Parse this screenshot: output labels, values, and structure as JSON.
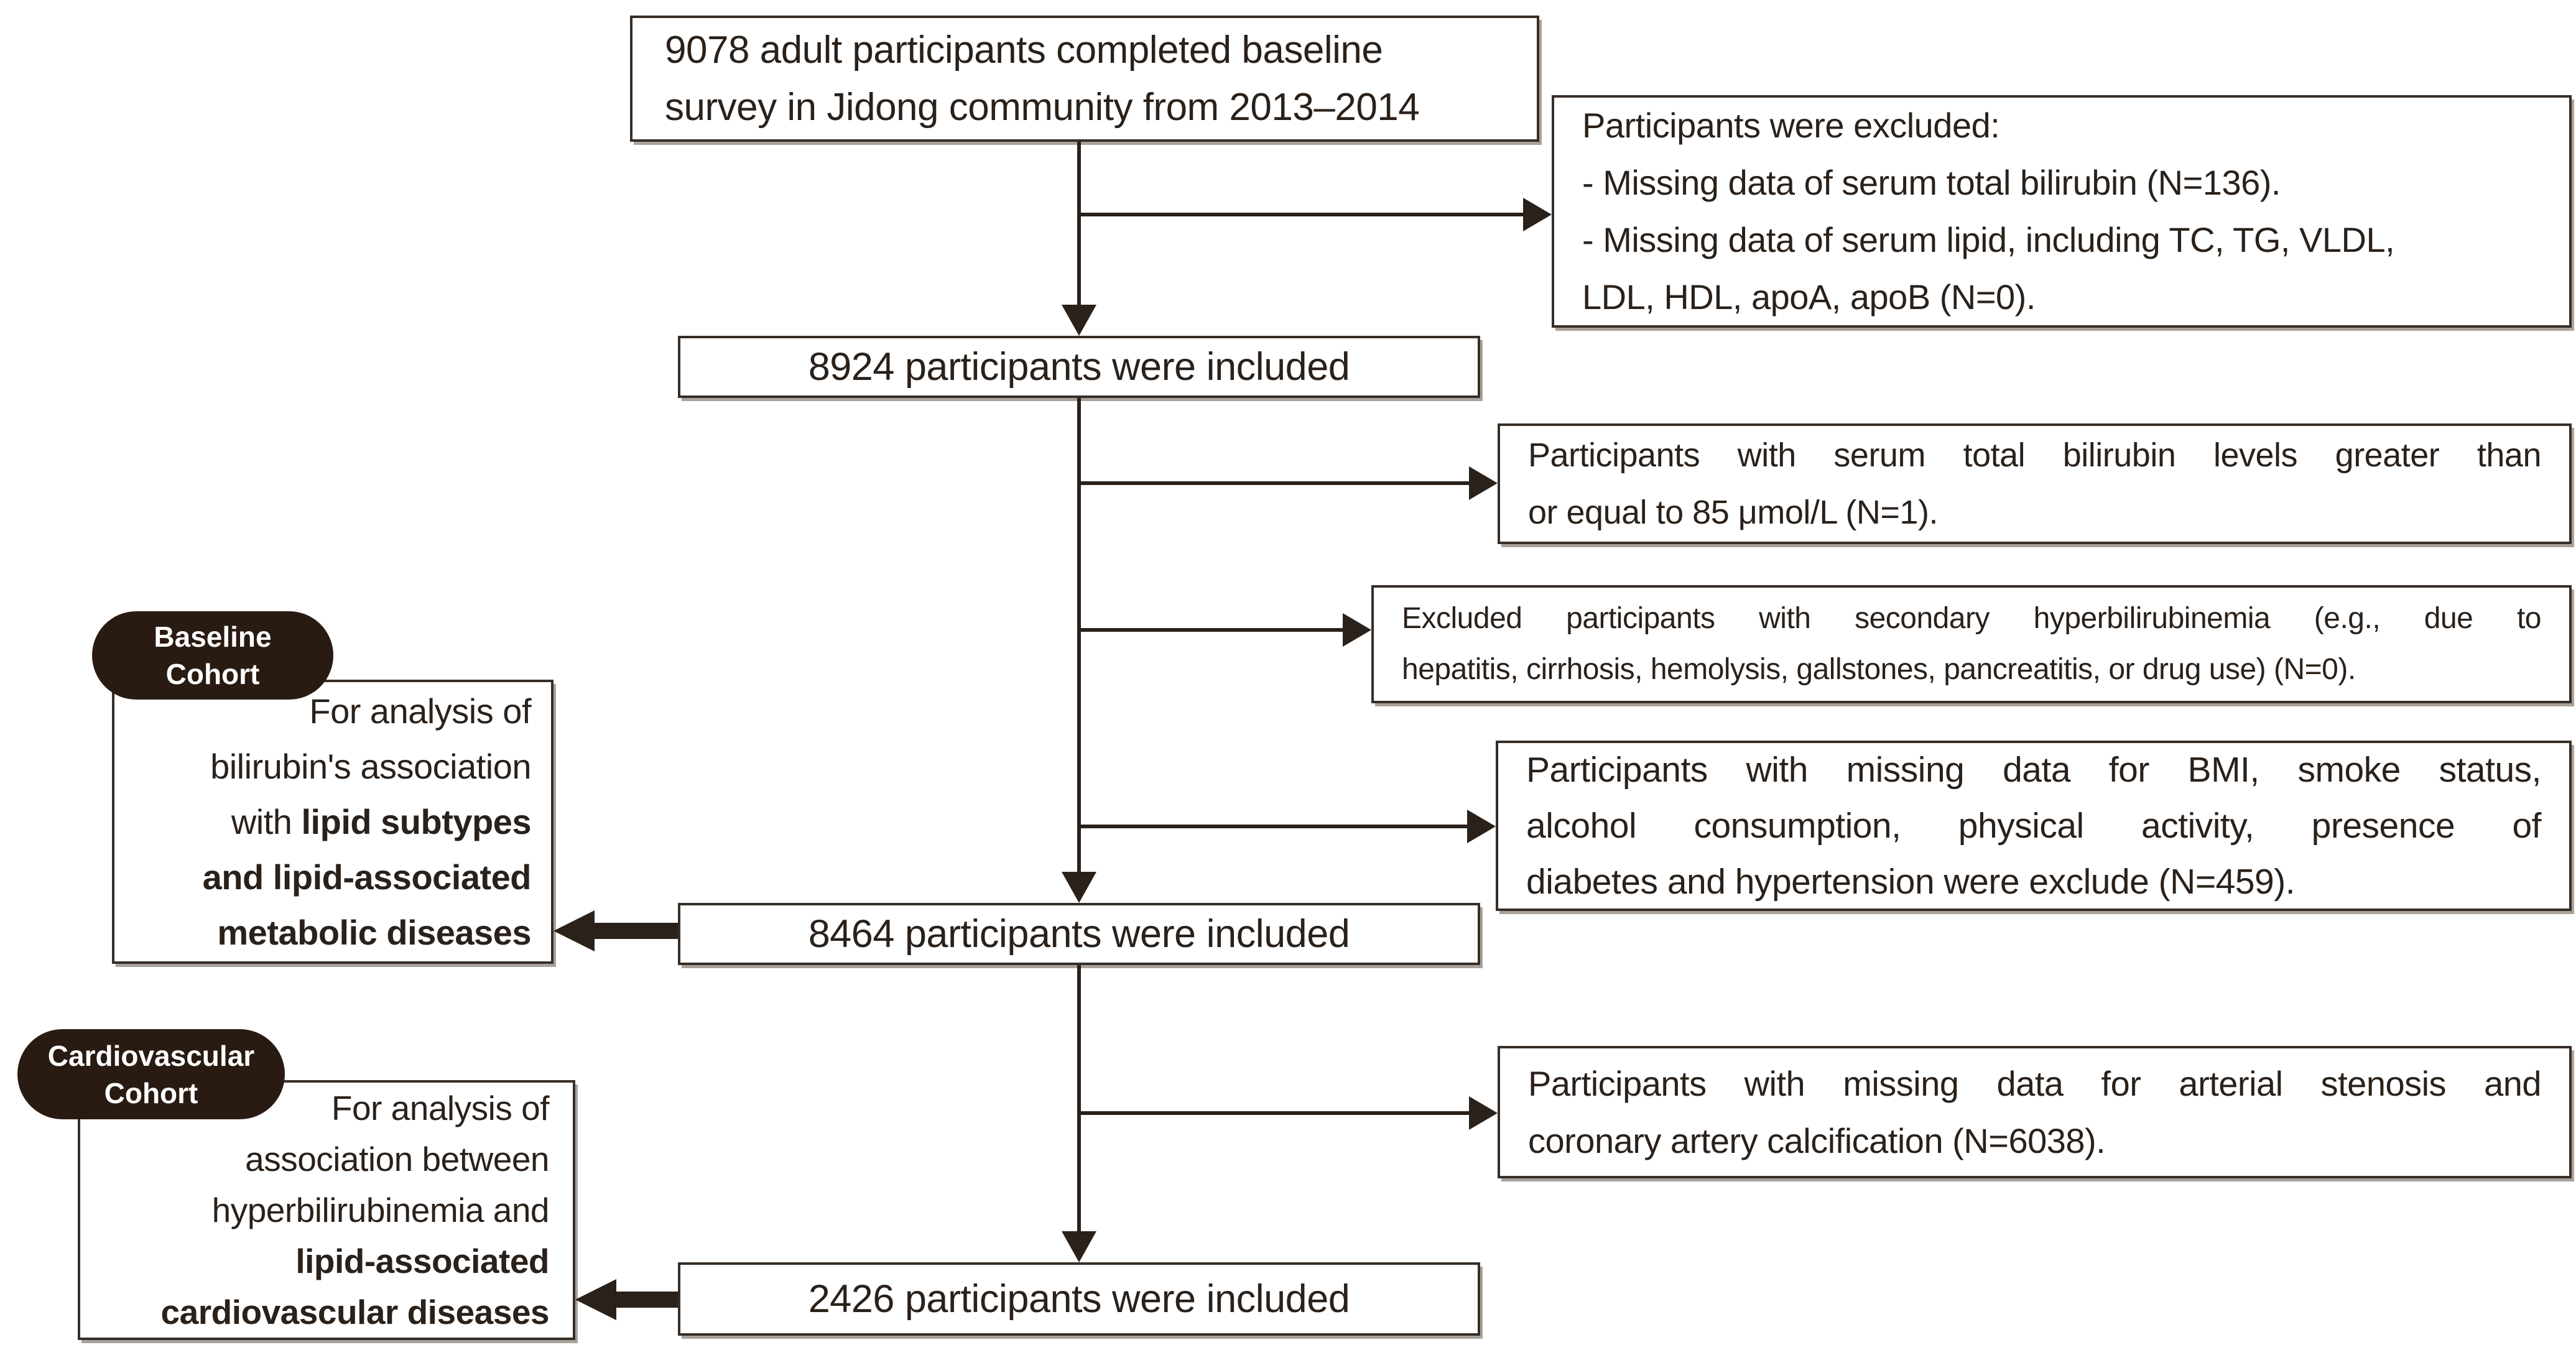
{
  "flowchart": {
    "boxes": {
      "start": {
        "lines": [
          "9078 adult participants completed baseline",
          "survey in Jidong community from 2013–2014"
        ]
      },
      "included_1": {
        "label": "8924 participants were included"
      },
      "included_2": {
        "label": "8464 participants were included"
      },
      "included_3": {
        "label": "2426 participants were included"
      },
      "exclusion_1": {
        "lines": [
          "Participants were excluded:",
          "- Missing data of serum total bilirubin (N=136).",
          "- Missing data of serum lipid, including TC, TG, VLDL,",
          "LDL, HDL, apoA, apoB (N=0)."
        ]
      },
      "exclusion_2": {
        "lines": [
          "Participants with serum total bilirubin levels greater than",
          "or equal to 85 μmol/L (N=1)."
        ]
      },
      "exclusion_3": {
        "lines": [
          "Excluded participants with secondary hyperbilirubinemia (e.g., due to",
          "hepatitis, cirrhosis, hemolysis, gallstones, pancreatitis, or drug use) (N=0)."
        ]
      },
      "exclusion_4": {
        "lines": [
          "Participants with missing data for BMI, smoke status,",
          "alcohol consumption, physical activity, presence of",
          "diabetes and hypertension were exclude (N=459)."
        ]
      },
      "exclusion_5": {
        "lines": [
          "Participants with missing data for arterial stenosis and",
          "coronary artery calcification (N=6038)."
        ]
      }
    },
    "cohorts": {
      "baseline": {
        "badge_lines": [
          "Baseline",
          "Cohort"
        ],
        "lines": [
          {
            "normal": "For analysis of",
            "bold": ""
          },
          {
            "normal": "bilirubin's association",
            "bold": ""
          },
          {
            "normal": "with ",
            "bold": "lipid subtypes"
          },
          {
            "normal": "",
            "bold": "and lipid-associated"
          },
          {
            "normal": "",
            "bold": "metabolic diseases"
          }
        ]
      },
      "cardiovascular": {
        "badge_lines": [
          "Cardiovascular",
          "Cohort"
        ],
        "lines": [
          {
            "normal": "For analysis of",
            "bold": ""
          },
          {
            "normal": "association between",
            "bold": ""
          },
          {
            "normal": "hyperbilirubinemia and",
            "bold": ""
          },
          {
            "normal": "",
            "bold": "lipid-associated"
          },
          {
            "normal": "",
            "bold": "cardiovascular diseases"
          }
        ]
      }
    },
    "counts": {
      "baseline_surveyed": 9078,
      "included_after_bilirubin_lipid_missing": 8924,
      "included_baseline_cohort": 8464,
      "included_cardiovascular_cohort": 2426,
      "excluded_missing_total_bilirubin": 136,
      "excluded_missing_serum_lipid": 0,
      "excluded_bilirubin_ge_85": 1,
      "excluded_secondary_hyperbilirubinemia": 0,
      "excluded_missing_covariates": 459,
      "excluded_missing_stenosis_cac": 6038
    },
    "colors": {
      "ink": "#2a211a",
      "box_border": "#372e27",
      "badge_background": "#291b12",
      "badge_text": "#ffffff",
      "background": "#ffffff"
    }
  }
}
